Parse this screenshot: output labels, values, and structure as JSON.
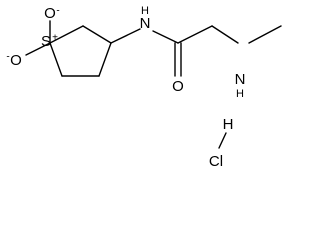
{
  "molecule": {
    "atoms": {
      "oxygen_top": "O",
      "oxygen_top_charge": "-",
      "sulfur": "S",
      "sulfur_charge": "+",
      "oxygen_left": "O",
      "oxygen_left_charge": "-",
      "amide_nitrogen": "N",
      "amide_nitrogen_h": "H",
      "carbonyl_oxygen": "O",
      "amine_nitrogen": "N",
      "amine_nitrogen_h": "H",
      "hydrogen": "H",
      "chlorine": "Cl"
    }
  }
}
